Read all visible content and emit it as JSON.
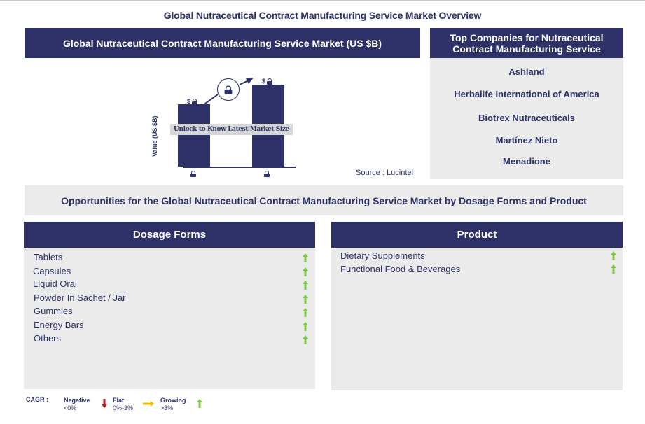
{
  "page": {
    "title": "Global Nutraceutical Contract Manufacturing Service Market Overview"
  },
  "market_panel": {
    "header": "Global Nutraceutical Contract Manufacturing Service Market (US $B)",
    "y_axis_label": "Value (US $B)",
    "bar_value_prefix": "$",
    "unlock_text": "Unlock to Know Latest Market Size",
    "source": "Source : Lucintel",
    "icons": [
      "lock-icon",
      "growth-arrow-icon"
    ]
  },
  "companies_panel": {
    "header": "Top Companies for Nutraceutical Contract Manufacturing Service",
    "companies": [
      "Ashland",
      "Herbalife International of America",
      "Biotrex Nutraceuticals",
      "Martínez Nieto",
      "Menadione"
    ]
  },
  "opportunities": {
    "banner": "Opportunities for the Global Nutraceutical Contract Manufacturing Service Market by Dosage Forms and Product"
  },
  "dosage_forms": {
    "header": "Dosage Forms",
    "items": [
      {
        "label": "Tablets",
        "trend": "growing"
      },
      {
        "label": "Capsules",
        "trend": "growing"
      },
      {
        "label": "Liquid Oral",
        "trend": "growing"
      },
      {
        "label": "Powder In Sachet / Jar",
        "trend": "growing"
      },
      {
        "label": "Gummies",
        "trend": "growing"
      },
      {
        "label": "Energy Bars",
        "trend": "growing"
      },
      {
        "label": "Others",
        "trend": "growing"
      }
    ]
  },
  "product": {
    "header": "Product",
    "items": [
      {
        "label": "Dietary Supplements",
        "trend": "growing"
      },
      {
        "label": "Functional Food & Beverages",
        "trend": "growing"
      }
    ]
  },
  "legend": {
    "title": "CAGR :",
    "negative": {
      "label": "Negative",
      "range": "<0%",
      "color": "#c0161c"
    },
    "flat": {
      "label": "Flat",
      "range": "0%-3%",
      "color": "#f5b800"
    },
    "growing": {
      "label": "Growing",
      "range": ">3%",
      "color": "#7ac943"
    }
  },
  "colors": {
    "navy": "#2d3168",
    "panel_gray": "#ebebeb",
    "growing_green": "#7ac943"
  }
}
